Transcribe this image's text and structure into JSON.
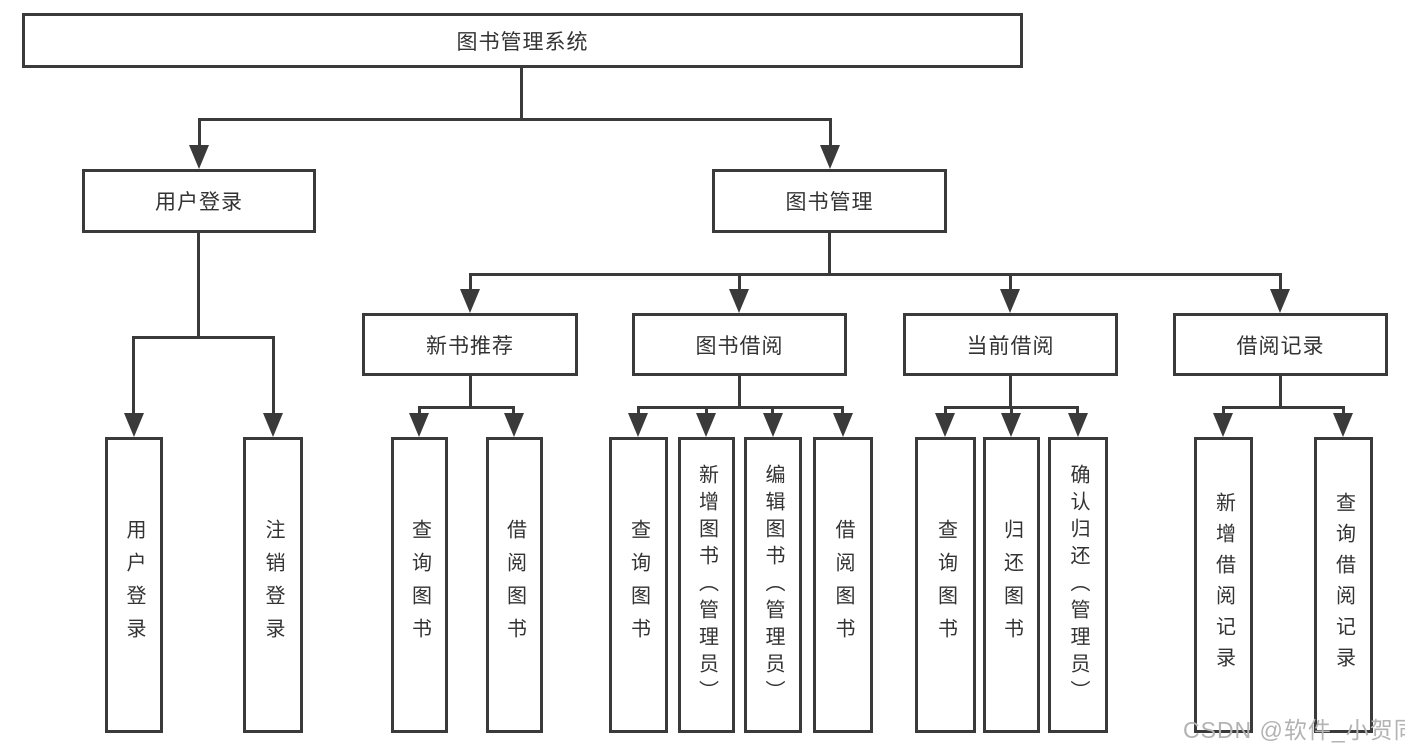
{
  "tree": {
    "root": {
      "label": "图书管理系统"
    },
    "branches": [
      {
        "label": "用户登录",
        "children": [
          {
            "label": "用户登录"
          },
          {
            "label": "注销登录"
          }
        ]
      },
      {
        "label": "图书管理",
        "children": [
          {
            "label": "新书推荐",
            "children": [
              {
                "label": "查询图书"
              },
              {
                "label": "借阅图书"
              }
            ]
          },
          {
            "label": "图书借阅",
            "children": [
              {
                "label": "查询图书"
              },
              {
                "label": "新增图书（管理员）"
              },
              {
                "label": "编辑图书（管理员）"
              },
              {
                "label": "借阅图书"
              }
            ]
          },
          {
            "label": "当前借阅",
            "children": [
              {
                "label": "查询图书"
              },
              {
                "label": "归还图书"
              },
              {
                "label": "确认归还（管理员）"
              }
            ]
          },
          {
            "label": "借阅记录",
            "children": [
              {
                "label": "新增借阅记录"
              },
              {
                "label": "查询借阅记录"
              }
            ]
          }
        ]
      }
    ]
  },
  "watermark": {
    "text": "CSDN @软件_小贺同学",
    "color": "#b3b3b3"
  },
  "colors": {
    "line": "#3a3a3a",
    "text": "#333333",
    "background": "#ffffff"
  }
}
